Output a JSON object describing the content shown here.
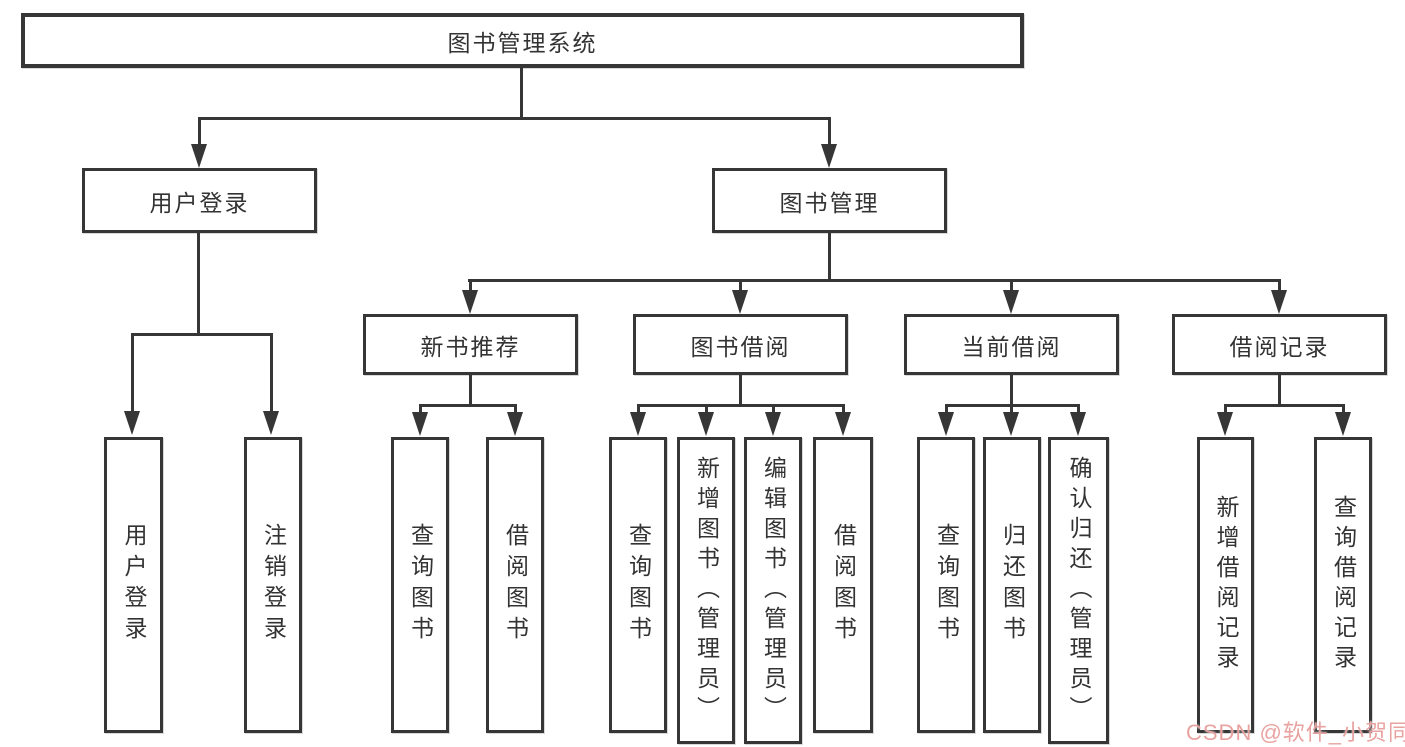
{
  "nodes": {
    "root": "图书管理系统",
    "user_login": "用户登录",
    "book_mgmt": "图书管理",
    "new_book": "新书推荐",
    "book_borrow": "图书借阅",
    "current_borrow": "当前借阅",
    "borrow_record": "借阅记录",
    "leaf_user_login": "用户登录",
    "leaf_logout": "注销登录",
    "leaf_nb_query": "查询图书",
    "leaf_nb_borrow": "借阅图书",
    "leaf_bb_query": "查询图书",
    "leaf_bb_add": "新增图书（管理员）",
    "leaf_bb_edit": "编辑图书（管理员）",
    "leaf_bb_borrow": "借阅图书",
    "leaf_cb_query": "查询图书",
    "leaf_cb_return": "归还图书",
    "leaf_cb_confirm": "确认归还（管理员）",
    "leaf_br_add": "新增借阅记录",
    "leaf_br_query": "查询借阅记录"
  },
  "watermark": "CSDN @软件_小贺同学",
  "colors": {
    "line": "#363636",
    "text": "#333333",
    "watermark": "#e79e9b",
    "background": "#ffffff"
  }
}
